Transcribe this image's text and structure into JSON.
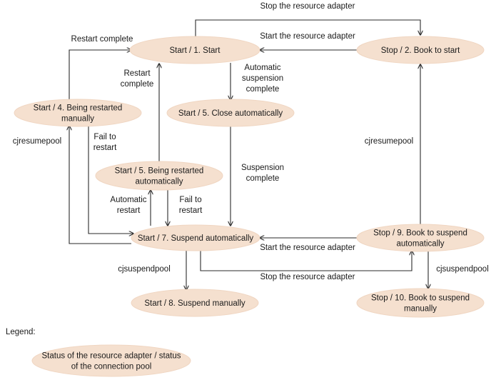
{
  "nodes": {
    "start1": [
      "Start / 1. Start"
    ],
    "stop2": [
      "Stop / 2. Book to start"
    ],
    "start4": [
      "Start / 4. Being restarted",
      "manually"
    ],
    "start5close": [
      "Start / 5. Close automatically"
    ],
    "start5restart": [
      "Start / 5. Being restarted",
      "automatically"
    ],
    "start7": [
      "Start / 7. Suspend automatically"
    ],
    "stop9": [
      "Stop / 9. Book to suspend",
      "automatically"
    ],
    "start8": [
      "Start / 8. Suspend manually"
    ],
    "stop10": [
      "Stop / 10. Book to suspend",
      "manually"
    ]
  },
  "edge_labels": {
    "stop_ra_top": [
      "Stop the resource adapter"
    ],
    "start_ra_top": [
      "Start the resource adapter"
    ],
    "restart_complete_top": [
      "Restart complete"
    ],
    "restart_complete_mid": [
      "Restart",
      "complete"
    ],
    "auto_susp_complete": [
      "Automatic",
      "suspension",
      "complete"
    ],
    "cjresumepool_left": [
      "cjresumepool"
    ],
    "fail_restart_left": [
      "Fail to",
      "restart"
    ],
    "cjresumepool_right": [
      "cjresumepool"
    ],
    "susp_complete": [
      "Suspension",
      "complete"
    ],
    "auto_restart": [
      "Automatic",
      "restart"
    ],
    "fail_restart_mid": [
      "Fail to",
      "restart"
    ],
    "start_ra_bottom": [
      "Start the resource adapter"
    ],
    "cjsuspendpool_left": [
      "cjsuspendpool"
    ],
    "stop_ra_bottom": [
      "Stop the resource adapter"
    ],
    "cjsuspendpool_right": [
      "cjsuspendpool"
    ]
  },
  "legend": {
    "title": "Legend:",
    "item": [
      "Status of the resource adapter / status",
      "of the connection pool"
    ]
  },
  "colors": {
    "node_fill": "#f5e0cf",
    "line": "#2a2a2a",
    "text": "#1a1a1a"
  }
}
